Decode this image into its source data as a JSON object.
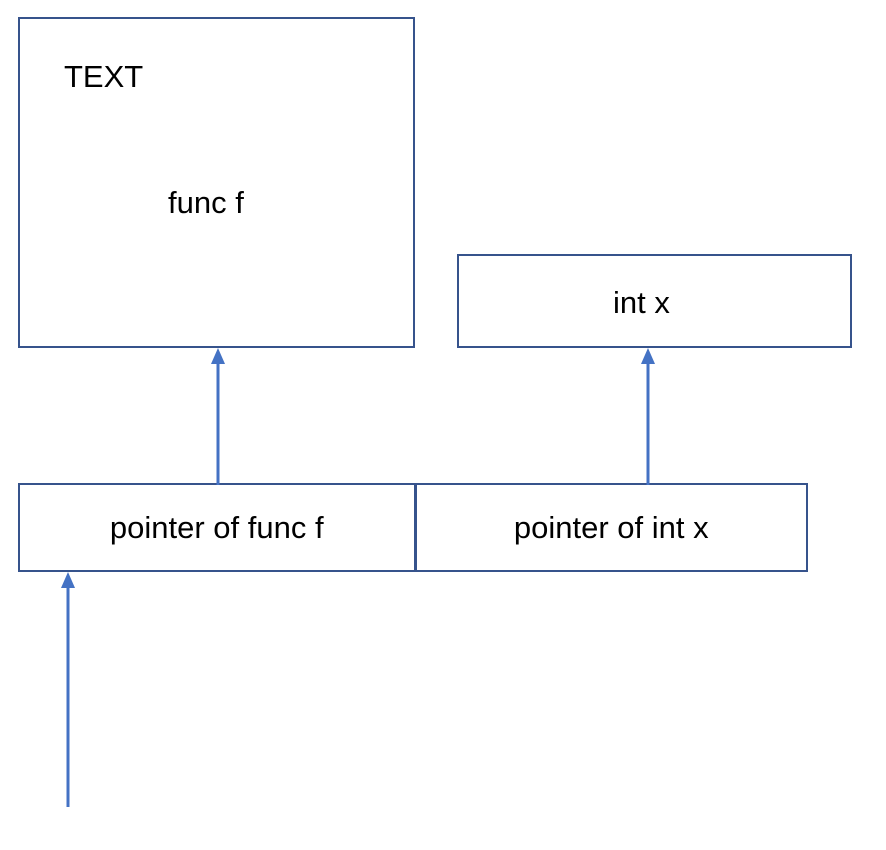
{
  "diagram": {
    "title": "pointer diagram",
    "colors": {
      "box_border": "#36538C",
      "arrow": "#4472C4",
      "text": "#000000",
      "background": "#ffffff"
    },
    "text_segment_box": {
      "title": "TEXT",
      "function_label": "func f"
    },
    "data_box": {
      "label": "int x"
    },
    "pointer_row": {
      "cells": [
        {
          "label": "pointer of func f"
        },
        {
          "label": "pointer of int x"
        }
      ]
    },
    "arrows": [
      {
        "name": "pointer-func-to-text",
        "from": "pointer of func f",
        "to": "func f",
        "direction": "up"
      },
      {
        "name": "pointer-intx-to-intx",
        "from": "pointer of int x",
        "to": "int x",
        "direction": "up"
      },
      {
        "name": "external-to-pointer-row",
        "from": "",
        "to": "pointer of func f",
        "direction": "up"
      }
    ]
  }
}
